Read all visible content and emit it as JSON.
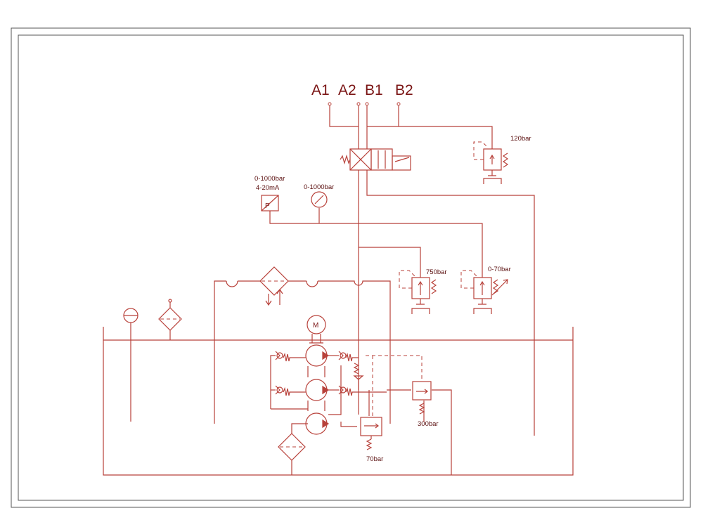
{
  "colors": {
    "line": "#b8413a",
    "text": "#7a1414",
    "frame": "#555555"
  },
  "ports": {
    "a1": "A1",
    "a2": "A2",
    "b1": "B1",
    "b2": "B2"
  },
  "labels": {
    "relief_120": "120bar",
    "transducer_range": "0-1000bar",
    "transducer_signal": "4-20mA",
    "transducer_letter": "P",
    "gauge_range": "0-1000bar",
    "relief_750": "750bar",
    "relief_0_70": "0-70bar",
    "motor_letter": "M",
    "relief_300": "300bar",
    "relief_70": "70bar"
  }
}
